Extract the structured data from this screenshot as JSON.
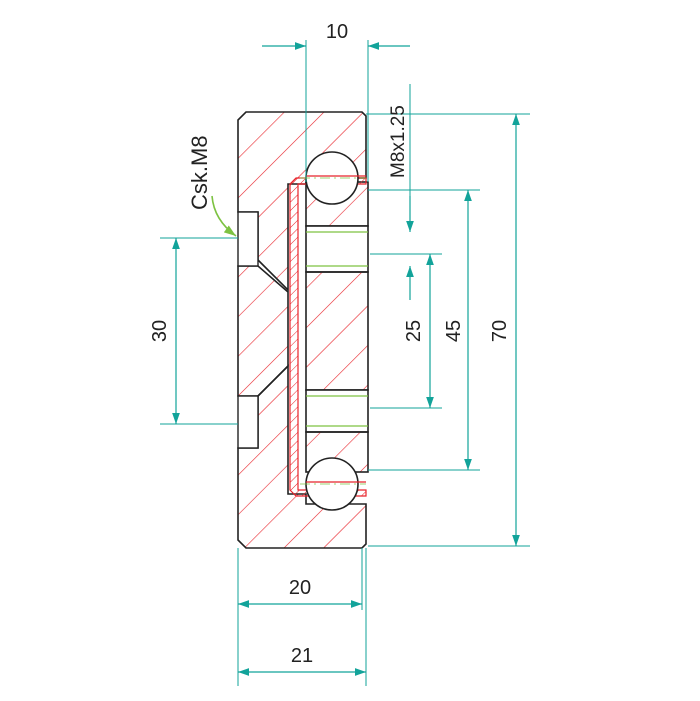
{
  "drawing": {
    "dimensions": {
      "top_width": "10",
      "thread_spec": "M8x1.25",
      "countersink": "Csk.M8",
      "left_height": "30",
      "inner_height": "25",
      "mid_height": "45",
      "overall_height": "70",
      "body_width": "20",
      "overall_width": "21"
    },
    "colors": {
      "dimension_lines": "#12a39a",
      "hatch": "#e8232a",
      "outline": "#222222",
      "leader": "#7dc242",
      "centerline": "#7dc242"
    }
  }
}
